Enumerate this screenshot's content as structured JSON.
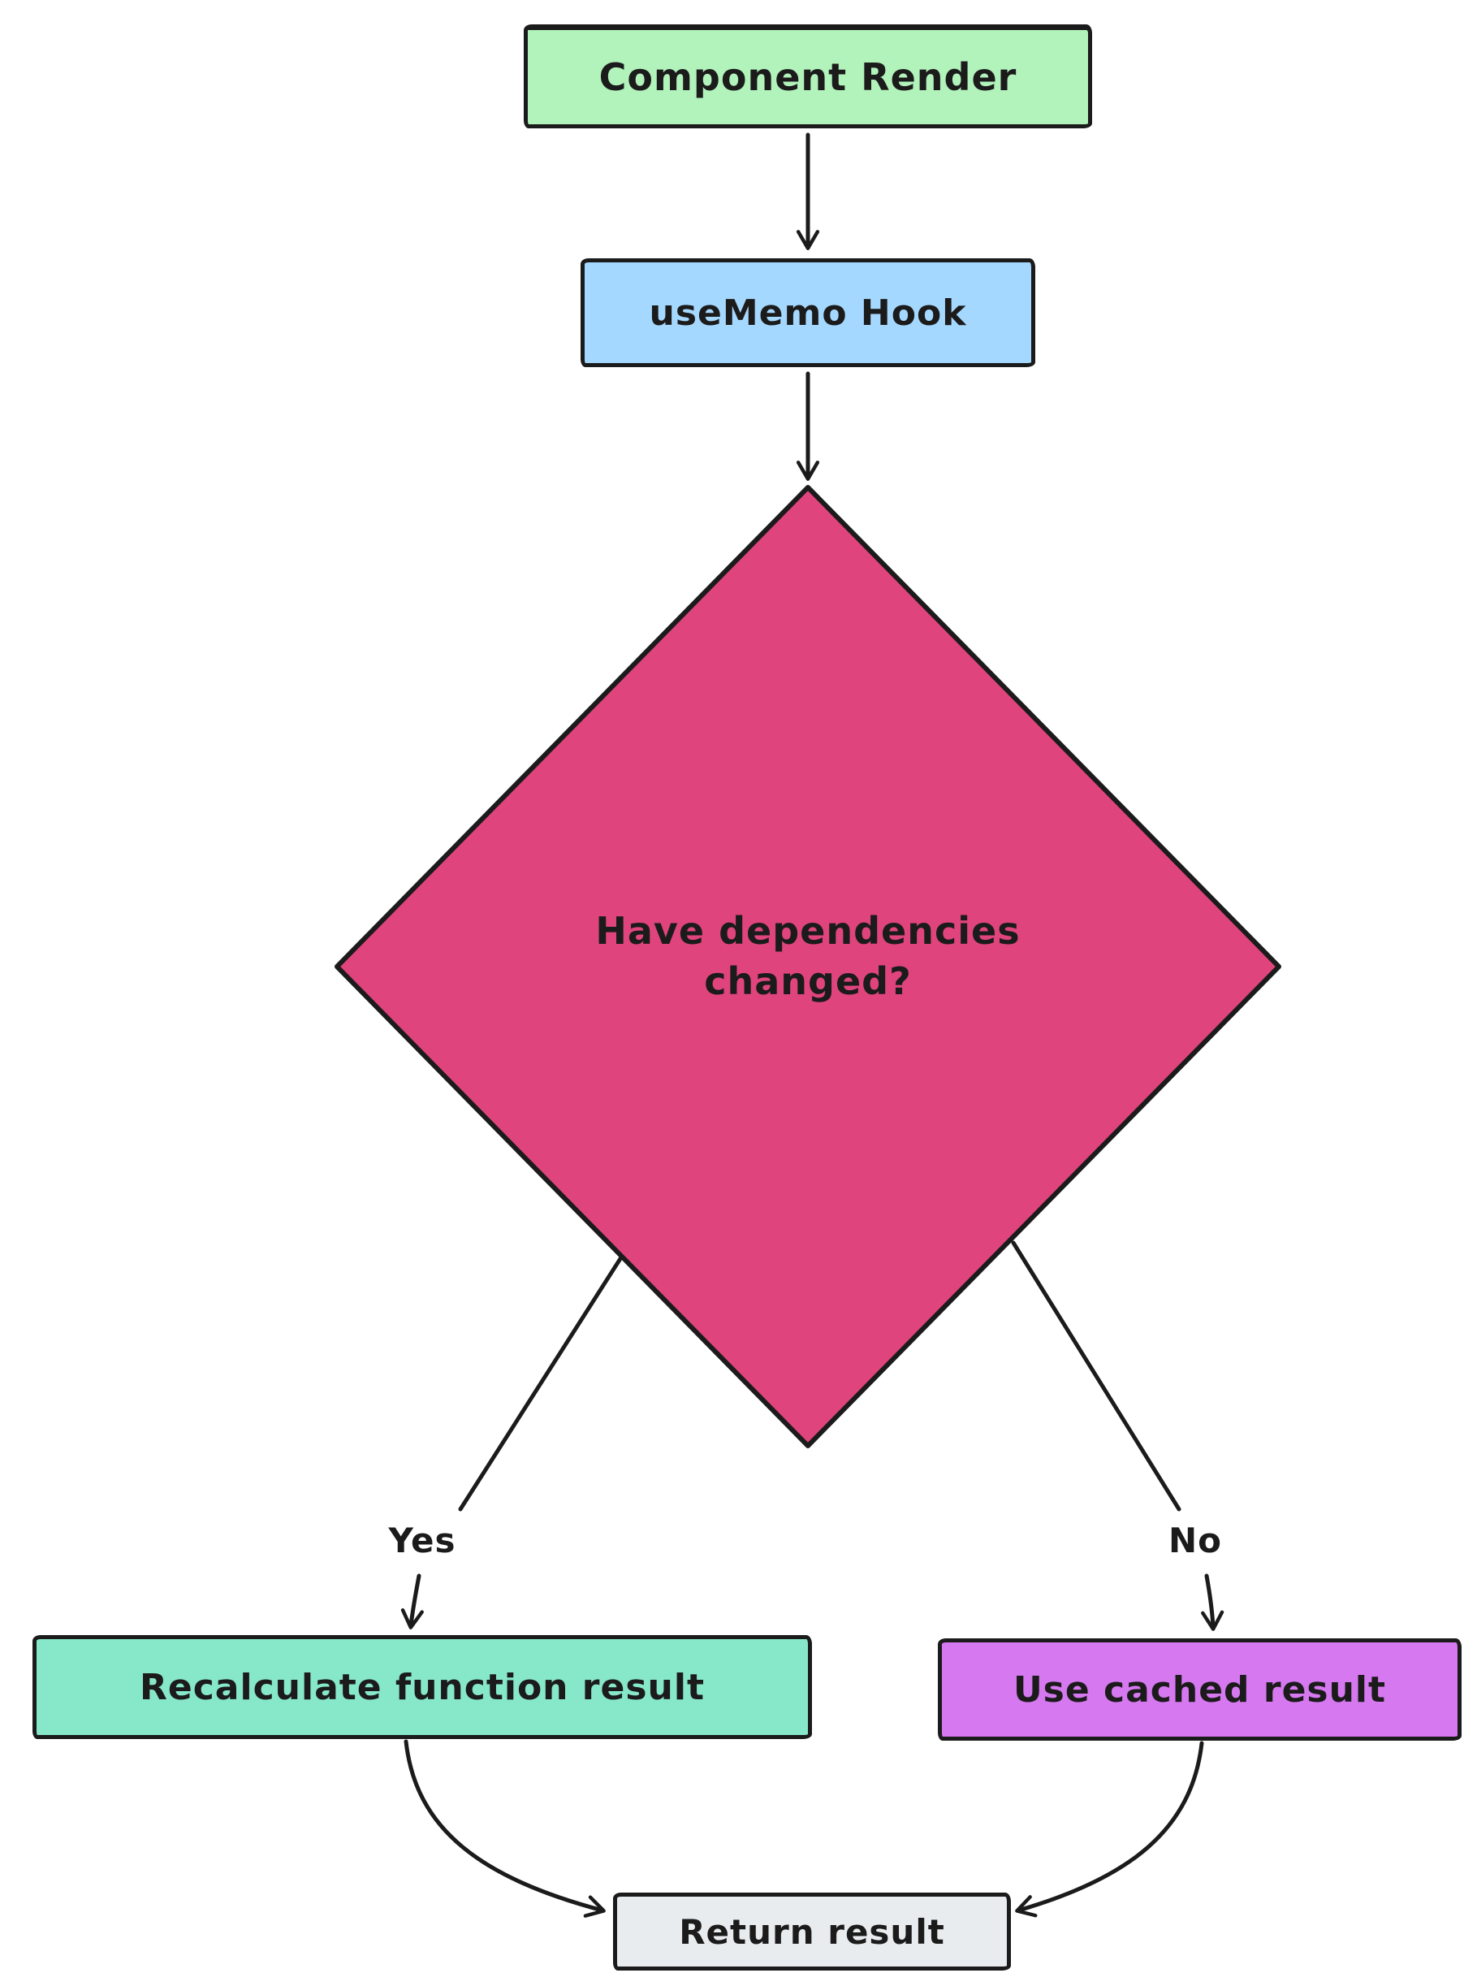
{
  "diagram": {
    "nodes": {
      "component_render": {
        "label": "Component Render",
        "fill": "#b2f2bb"
      },
      "usememo_hook": {
        "label": "useMemo Hook",
        "fill": "#a5d8ff"
      },
      "decision": {
        "label": "Have dependencies changed?",
        "fill": "#e0447d"
      },
      "recalculate": {
        "label": "Recalculate function result",
        "fill": "#87e8c9"
      },
      "use_cached": {
        "label": "Use cached result",
        "fill": "#d678ef"
      },
      "return_result": {
        "label": "Return result",
        "fill": "#e9ecef"
      }
    },
    "edge_labels": {
      "yes": "Yes",
      "no": "No"
    },
    "stroke_color": "#1b1b1b"
  }
}
